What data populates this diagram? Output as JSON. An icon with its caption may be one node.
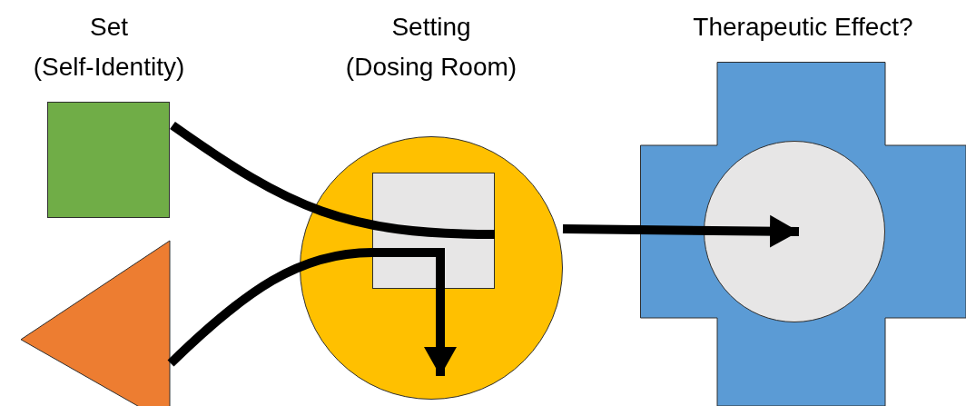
{
  "diagram": {
    "nodes": [
      {
        "text": [
          "Set (Self-Identity)"
        ]
      },
      {
        "text": [],
        "shape": "triangle"
      },
      {
        "text": [
          "Setting (Dosing Room)"
        ]
      },
      {
        "text": [],
        "shape": "box",
        "in": 2
      },
      {
        "text": [
          "Therapeutic Effect?"
        ]
      },
      {
        "text": [],
        "shape": "circle",
        "in": 4
      }
    ],
    "edges": [
      {
        "from": 0,
        "to": 3,
        "arrow": "none"
      },
      {
        "from": 2,
        "to": 5,
        "arrow": "to"
      },
      {
        "from": 1,
        "to": 3,
        "arrow": "none"
      },
      {
        "from": 3,
        "to": 2,
        "arrow": "to"
      }
    ]
  }
}
